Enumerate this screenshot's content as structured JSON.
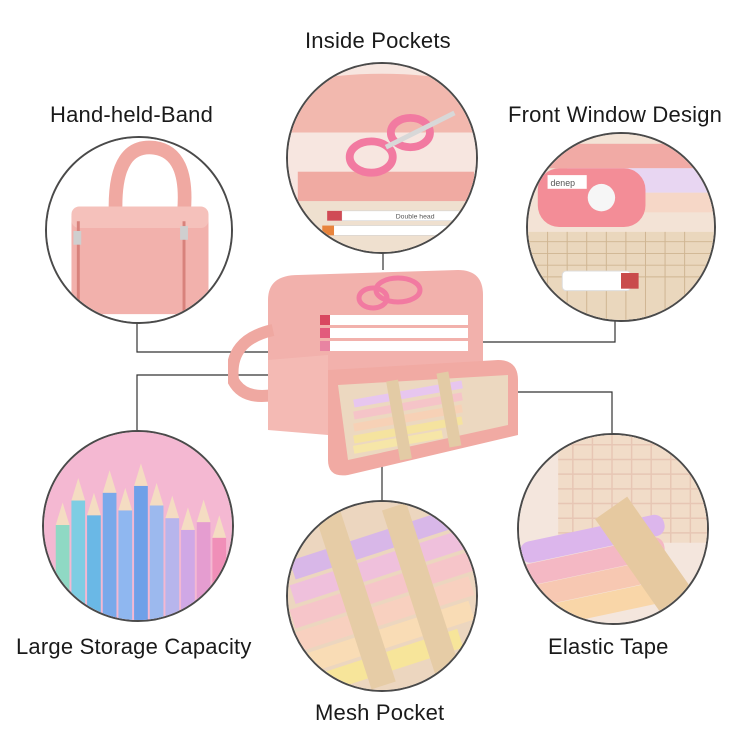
{
  "labels": {
    "inside_pockets": "Inside Pockets",
    "hand_held_band": "Hand-held-Band",
    "front_window_design": "Front Window Design",
    "large_storage_capacity": "Large Storage Capacity",
    "elastic_tape": "Elastic Tape",
    "mesh_pocket": "Mesh Pocket"
  },
  "pen_label_text": "Double head",
  "cutter_brand_text": "denep",
  "colors": {
    "bag_pink": "#f2b1ac",
    "bag_pink_dark": "#e4948e",
    "mesh_beige": "#e9d3b3",
    "scissor_pink": "#f27aa1",
    "line_color": "#333333"
  }
}
